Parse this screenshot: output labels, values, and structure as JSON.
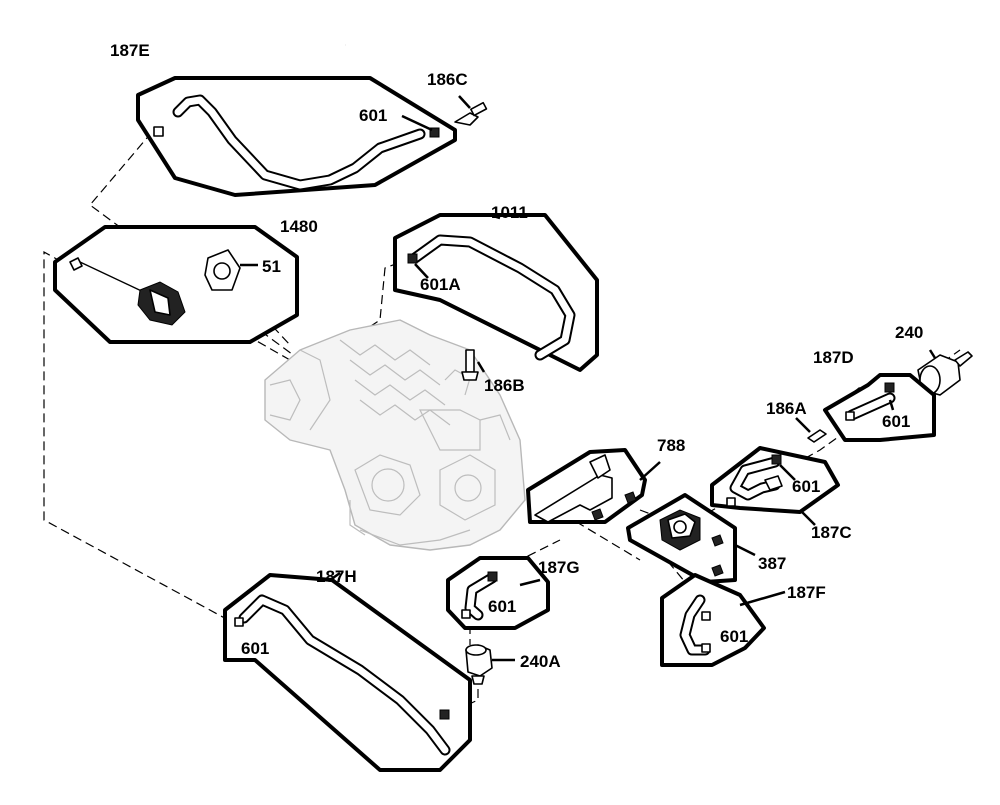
{
  "labels": {
    "hose_187e": "187E",
    "fitting_186c": "186C",
    "clamp_601_e": "601",
    "group_1480": "1480",
    "gasket_51": "51",
    "hose_1011": "1011",
    "clamp_601a": "601A",
    "fitting_186b": "186B",
    "filter_240": "240",
    "hose_187d": "187D",
    "clamp_601_d": "601",
    "fitting_186a": "186A",
    "bracket_788": "788",
    "clamp_601_c": "601",
    "hose_187c": "187C",
    "pump_387": "387",
    "hose_187h": "187H",
    "hose_187g": "187G",
    "clamp_601_g": "601",
    "hose_187f": "187F",
    "clamp_601_f": "601",
    "clamp_601_h": "601",
    "filter_240a": "240A"
  },
  "colors": {
    "ink": "#000000",
    "engine_ghost": "#b8b8b8",
    "background": "#ffffff"
  }
}
